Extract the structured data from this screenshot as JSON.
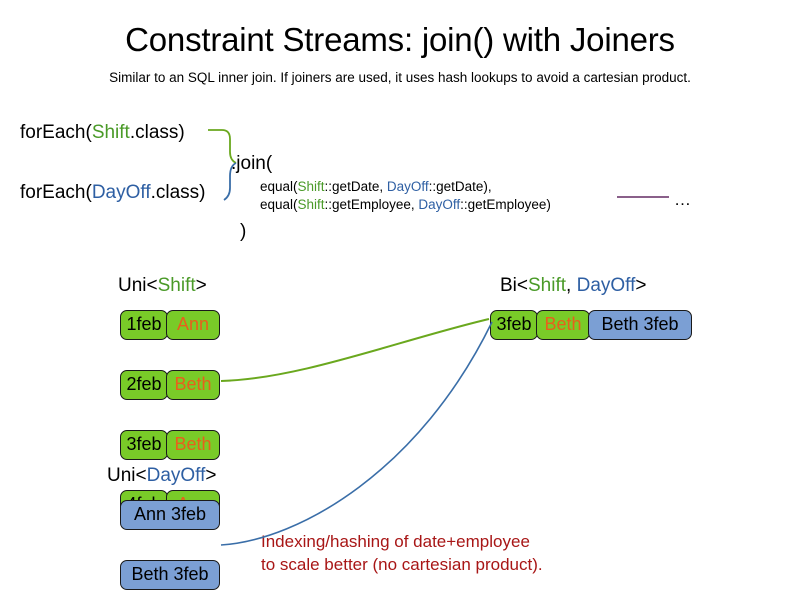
{
  "header": {
    "title": "Constraint Streams: join() with Joiners",
    "subtitle": "Similar to an SQL inner join. If joiners are used, it uses hash lookups to avoid a cartesian product."
  },
  "code": {
    "foreach_shift": {
      "prefix": "forEach(",
      "type": "Shift",
      "suffix": ".class)"
    },
    "foreach_dayoff": {
      "prefix": "forEach(",
      "type": "DayOff",
      "suffix": ".class)"
    },
    "join_open": ".join(",
    "join_close": ")",
    "joiners": [
      {
        "fn": "equal(",
        "left_type": "Shift",
        "left_ref": "::getDate, ",
        "right_type": "DayOff",
        "right_ref": "::getDate),"
      },
      {
        "fn": "equal(",
        "left_type": "Shift",
        "left_ref": "::getEmployee, ",
        "right_type": "DayOff",
        "right_ref": "::getEmployee)"
      }
    ],
    "ellipsis": "…"
  },
  "sections": {
    "uni_shift": {
      "heading_prefix": "Uni<",
      "heading_type": "Shift",
      "heading_suffix": ">",
      "rows": [
        {
          "date": "1feb",
          "employee": "Ann"
        },
        {
          "date": "2feb",
          "employee": "Beth"
        },
        {
          "date": "3feb",
          "employee": "Beth"
        },
        {
          "date": "4feb",
          "employee": "Ann"
        }
      ]
    },
    "uni_dayoff": {
      "heading_prefix": "Uni<",
      "heading_type": "DayOff",
      "heading_suffix": ">",
      "rows": [
        {
          "pair": "Ann 3feb"
        },
        {
          "pair": "Beth 3feb"
        }
      ]
    },
    "bi": {
      "heading_prefix": "Bi<",
      "heading_type_a": "Shift",
      "heading_separator": ", ",
      "heading_type_b": "DayOff",
      "heading_suffix": ">",
      "row": {
        "date": "3feb",
        "employee": "Beth",
        "pair": "Beth 3feb"
      }
    }
  },
  "annotation": {
    "line1": "Indexing/hashing of date+employee",
    "line2": "to scale better (no cartesian product)."
  },
  "colors": {
    "shift_green_text": "#4a9a28",
    "dayoff_blue_text": "#2e5fa3",
    "box_green": "#79cb28",
    "box_blue": "#7b9fd4",
    "employee_orange": "#e8601c",
    "annotation_red": "#a81616",
    "connector_green": "#6aa81e",
    "connector_blue": "#3a6ea8",
    "rule_purple": "#7a4a7a"
  }
}
